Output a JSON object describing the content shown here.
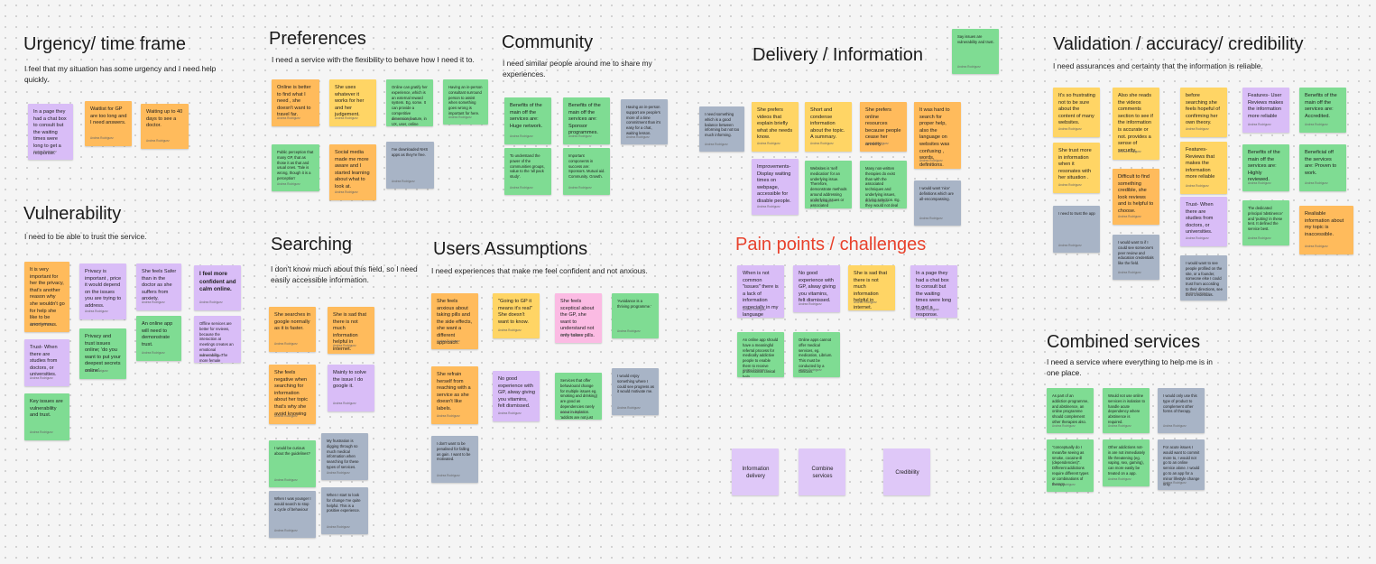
{
  "sections": {
    "urgency": {
      "title": "Urgency/ time frame",
      "desc": "I feel that my situation has some urgency and I need help quickly."
    },
    "preferences": {
      "title": "Preferences",
      "desc": "I need a service with the flexibility to behave how I need it to."
    },
    "community": {
      "title": "Community",
      "desc": "I need similar people around me to share my experiences."
    },
    "delivery": {
      "title": "Delivery / Information"
    },
    "validation": {
      "title": "Validation / accuracy/ credibility",
      "desc": "I need assurances and certainty that the information is reliable."
    },
    "vulnerability": {
      "title": "Vulnerability",
      "desc": "I need to be able to trust the service."
    },
    "searching": {
      "title": "Searching",
      "desc": "I don't know much about this field, so I need easily accessible information."
    },
    "assumptions": {
      "title": "Users Assumptions",
      "desc": "I need experiences that make me feel confident and not anxious."
    },
    "pain": {
      "title": "Pain points / challenges"
    },
    "combined": {
      "title": "Combined services",
      "desc": "I need a service where everything to help me is in one place."
    }
  },
  "notes": [
    {
      "id": "u1",
      "text": "In a page they had a chat box to consult but the waiting times were long to get a response.",
      "author": "Andrea Rodriguez"
    },
    {
      "id": "u2",
      "text": "Waitlist for GP are too long and I need answers.",
      "author": "Andrea Rodriguez"
    },
    {
      "id": "u3",
      "text": "Waiting up to 40 days to see a doctor.",
      "author": "Andrea Rodriguez"
    },
    {
      "id": "p1",
      "text": "Online is better to find what I need , she doesn't want to travel far.",
      "author": "Andrea Rodriguez"
    },
    {
      "id": "p2",
      "text": "She uses whatever it works for her and her judgement.",
      "author": "Andrea Rodriguez"
    },
    {
      "id": "p3",
      "text": "Online can gratify her experience, which is an external reward system. Eg. some. It can provide a competitive dimension feature, in UX, user, online meetings are known for distractions.",
      "author": "Andrea Rodriguez"
    },
    {
      "id": "p4",
      "text": "Having an in-person consultant surround person to assist when something goes wrong is important for here.",
      "author": "Andrea Rodriguez"
    },
    {
      "id": "p5",
      "text": "Public perception that many GP, that as those it as that and usual ones. 'Tale is wrong, though it is a perception'",
      "author": "Andrea Rodriguez"
    },
    {
      "id": "p6",
      "text": "Social media made me more aware and I started learning about what to look at.",
      "author": "Andrea Rodriguez"
    },
    {
      "id": "p7",
      "text": "I've downloaded NHS apps as they're free.",
      "author": "Andrea Rodriguez"
    },
    {
      "id": "c1",
      "text": "Benefits of the main off the services are: Huge network.",
      "author": "Andrea Rodriguez"
    },
    {
      "id": "c2",
      "text": "Benefits of the main off the services are: Sponsor programmes.",
      "author": "Andrea Rodriguez"
    },
    {
      "id": "c3",
      "text": "Having an in-person support are people's more of a time commitment than it's easy for a chat, waiting lesson.",
      "author": "Andrea Rodriguez"
    },
    {
      "id": "c4",
      "text": "To understand the power of the communities groups, value to the 'all pack study'.",
      "author": "Andrea Rodriguez"
    },
    {
      "id": "c5",
      "text": "Important components in success are: Sponsors. Mutual aid. Community. Growth.",
      "author": "Andrea Rodriguez"
    },
    {
      "id": "d0",
      "text": "Say issues are vulnerability and trust.",
      "author": "Andrea Rodriguez"
    },
    {
      "id": "d1",
      "text": "I need something which is a good balance between informing but not too much informing.",
      "author": "Andrea Rodriguez"
    },
    {
      "id": "d2",
      "text": "She prefers videos that explain briefly what she needs know.",
      "author": "Andrea Rodriguez"
    },
    {
      "id": "d3",
      "text": "Short and condense information about the topic. A summary.",
      "author": "Andrea Rodriguez"
    },
    {
      "id": "d4",
      "text": "She prefers online resources because people cease her anxiety.",
      "author": "Andrea Rodriguez"
    },
    {
      "id": "d5",
      "text": "It was hard to search for proper help, also the language on websites was confusing , words, definitions.",
      "author": "Andrea Rodriguez"
    },
    {
      "id": "d6",
      "text": "Improvements- Display waiting times on webpage, accessible for disable people.",
      "author": "Andrea Rodriguez"
    },
    {
      "id": "d7",
      "text": "Websites is 'self medication' for an underlying issue. Therefore, demonstrate methods around addressing underlying issues or associated behaviours.",
      "author": "Andrea Rodriguez"
    },
    {
      "id": "d8",
      "text": "Many non-written therapies do exist than with the associated techniques and underlying issues, driving selection. Eg. they would not deal with trauma.",
      "author": "Andrea Rodriguez"
    },
    {
      "id": "d9",
      "text": "I would want 'nice' definitions which are all-encompassing.",
      "author": "Andrea Rodriguez"
    },
    {
      "id": "v1",
      "text": "It's so frustrating not to be sure about the content of many websites.",
      "author": "Andrea Rodriguez"
    },
    {
      "id": "v2",
      "text": "Also she reads the videos comments section to see if the information is accurate or not. provides a sense of security.",
      "author": "Andrea Rodriguez"
    },
    {
      "id": "v3",
      "text": "before searching she feels hopeful of confirming her own theory.",
      "author": "Andrea Rodriguez"
    },
    {
      "id": "v4",
      "text": "Features- User Reviews makes the information more reliable",
      "author": "Andrea Rodriguez"
    },
    {
      "id": "v5",
      "text": "Benefits of the main off the services are: Accredited.",
      "author": "Andrea Rodriguez"
    },
    {
      "id": "v6",
      "text": "She trust more in information when it resonates with her situation .",
      "author": "Andrea Rodriguez"
    },
    {
      "id": "v7",
      "text": "Features- Reviews that makes the information more reliable",
      "author": "Andrea Rodriguez"
    },
    {
      "id": "v8",
      "text": "Benefits of the main off the services are: Highly reviewed.",
      "author": "Andrea Rodriguez"
    },
    {
      "id": "v9",
      "text": "Beneficial off the services are: Proven to work.",
      "author": "Andrea Rodriguez"
    },
    {
      "id": "v10",
      "text": "Difficult to find something credible, she look reviews and is helpful to choose.",
      "author": "Andrea Rodriguez"
    },
    {
      "id": "v11",
      "text": "Trust- When there are studies from doctors, or universities.",
      "author": "Andrea Rodriguez"
    },
    {
      "id": "v12",
      "text": "The dedicated principal 'abstinence' and 'putting' in these tent. It defined the service best.",
      "author": "Andrea Rodriguez"
    },
    {
      "id": "v13",
      "text": "Realiable information about my topic is inaccessible.",
      "author": "Andrea Rodriguez"
    },
    {
      "id": "v14",
      "text": "I need to trust the app",
      "author": "Andrea Rodriguez"
    },
    {
      "id": "v15",
      "text": "I would want to if I could see someone's peer review and education credentials like the field.",
      "author": "Andrea Rodriguez"
    },
    {
      "id": "v16",
      "text": "I would want to see people profiled on the site, or a founder, someone else I could trust from according to their directions, see their credentials.",
      "author": "Andrea Rodriguez"
    },
    {
      "id": "vu1",
      "text": "It is very important for her the privacy, that's another reason why she wouldn't go for help she like to be anonymous.",
      "author": "Andrea Rodriguez"
    },
    {
      "id": "vu2",
      "text": "Privacy is important , price it would depend on the issues you are trying to address.",
      "author": "Andrea Rodriguez"
    },
    {
      "id": "vu3",
      "text": "She feels Safer than in the doctor as she suffers from anxiety.",
      "author": "Andrea Rodriguez"
    },
    {
      "id": "vu4",
      "text": "I feel more confident and calm online.",
      "author": "Andrea Rodriguez"
    },
    {
      "id": "vu5",
      "text": "An online app will need to demonstrate trust.",
      "author": "Andrea Rodriguez"
    },
    {
      "id": "vu6",
      "text": "Privacy and trust issues online; 'do you want to put your deepest secrets online'.",
      "author": "Andrea Rodriguez"
    },
    {
      "id": "vu7",
      "text": "Offline services are better for reviews, because the interaction at meetings creates an emotional vulnerability. The more female conversation in this context must be kept as private.",
      "author": "Andrea Rodriguez"
    },
    {
      "id": "vu8",
      "text": "Trust- When there are studies from doctors, or universities.",
      "author": "Andrea Rodriguez"
    },
    {
      "id": "vu9",
      "text": "Key issues are vulnerability and trust.",
      "author": "Andrea Rodriguez"
    },
    {
      "id": "s1",
      "text": "She searches in google normally as it is faster.",
      "author": "Andrea Rodriguez"
    },
    {
      "id": "s2",
      "text": "She is sad that there is not much information helpful in internet.",
      "author": "Andrea Rodriguez"
    },
    {
      "id": "s3",
      "text": "She feels negative when searching for information about her topic that's why she avoid knowing",
      "author": "Andrea Rodriguez"
    },
    {
      "id": "s4",
      "text": "Mainly to solve the issue I do google it.",
      "author": "Andrea Rodriguez"
    },
    {
      "id": "s5",
      "text": "I would be curious about the guidelines?",
      "author": "Andrea Rodriguez"
    },
    {
      "id": "s6",
      "text": "My frustration is digging through so much medical information when searching for these types of services.",
      "author": "Andrea Rodriguez"
    },
    {
      "id": "s7",
      "text": "When I was younger I would search to stop a cycle of behaviour",
      "author": "Andrea Rodriguez"
    },
    {
      "id": "s8",
      "text": "When I start to look for change I've quite helpful. This is a positive experience.",
      "author": "Andrea Rodriguez"
    },
    {
      "id": "a1",
      "text": "She feels anxious about taking pills and the side effects, she want a different approach.",
      "author": "Andrea Rodriguez"
    },
    {
      "id": "a2",
      "text": "\"Going to GP it means it's real\" She doesn't want to know.",
      "author": "Andrea Rodriguez"
    },
    {
      "id": "a3",
      "text": "She feels sceptical about the GP, she want to understand not only takes pills.",
      "author": "Andrea Rodriguez"
    },
    {
      "id": "a4",
      "text": "'Avoidance is a thriving programme.'",
      "author": "Andrea Rodriguez"
    },
    {
      "id": "a5",
      "text": "She refrain herself from reaching with a service as she doesn't like labels.",
      "author": "Andrea Rodriguez"
    },
    {
      "id": "a6",
      "text": "No good experience with GP, alway giving you vitamins, felt dismissed.",
      "author": "Andrea Rodriguez"
    },
    {
      "id": "a7",
      "text": "Services that offer behavioural change for multiple issues eg. smoking and drinking) are good as dependencies rarely occur in isolation. 'addicts are not just addicted to one thing'.",
      "author": "Andrea Rodriguez"
    },
    {
      "id": "a8",
      "text": "I would enjoy something where I could see progress as it would motivate me.",
      "author": "Andrea Rodriguez"
    },
    {
      "id": "a9",
      "text": "I don't want to be penalised for falling as gain. I want to be motivated.",
      "author": "Andrea Rodriguez"
    },
    {
      "id": "pp1",
      "text": "When is not common \"issues\" there is a lack of information especially in my language",
      "author": "Andrea Rodriguez"
    },
    {
      "id": "pp2",
      "text": "No good experience with GP, alway giving you vitamins, felt dismissed.",
      "author": "Andrea Rodriguez"
    },
    {
      "id": "pp3",
      "text": "She is sad that there is not much information helpful in internet.",
      "author": "Andrea Rodriguez"
    },
    {
      "id": "pp4",
      "text": "In a page they had a chat box to consult but the waiting times were long to get a response.",
      "author": "Andrea Rodriguez"
    },
    {
      "id": "pp5",
      "text": "An online app should have a meaningful referral process for medically addictive people to enable them to receive professional clinical help.",
      "author": "Andrea Rodriguez"
    },
    {
      "id": "pp6",
      "text": "Online apps cannot offer medical services, eg. medication, Librium. This must be conducted by a clinician.",
      "author": "Andrea Rodriguez"
    },
    {
      "id": "pp7",
      "text": "Information delivery"
    },
    {
      "id": "pp8",
      "text": "Combine services"
    },
    {
      "id": "pp9",
      "text": "Credibility"
    },
    {
      "id": "cs1",
      "text": "As part of an addiction programme, and abstinence, an online programme should complement other therapies also.",
      "author": "Andrea Rodriguez"
    },
    {
      "id": "cs2",
      "text": "Would not use online services in isolation to handle acute dependency where abstinence is required.",
      "author": "Andrea Rodriguez"
    },
    {
      "id": "cs3",
      "text": "I would only use this type of product to complement other forms of therapy.",
      "author": "Andrea Rodriguez"
    },
    {
      "id": "cs4",
      "text": "\"conceptually do I mean/be seeing as smoke, cocaine-ill (dependencies)\". Different addictions require different types or combinations of therapy.",
      "author": "Andrea Rodriguez"
    },
    {
      "id": "cs5",
      "text": "Other addictions not-in are not immediately life threatening (eg. vaping, sex, gaming), can more easily be treated on a app.",
      "author": "Andrea Rodriguez"
    },
    {
      "id": "cs6",
      "text": "For acute issues I would want to commit more to, I would not go to an online service alone. I would go to an app for a minor lifestyle change only.",
      "author": "Andrea Rodriguez"
    }
  ]
}
